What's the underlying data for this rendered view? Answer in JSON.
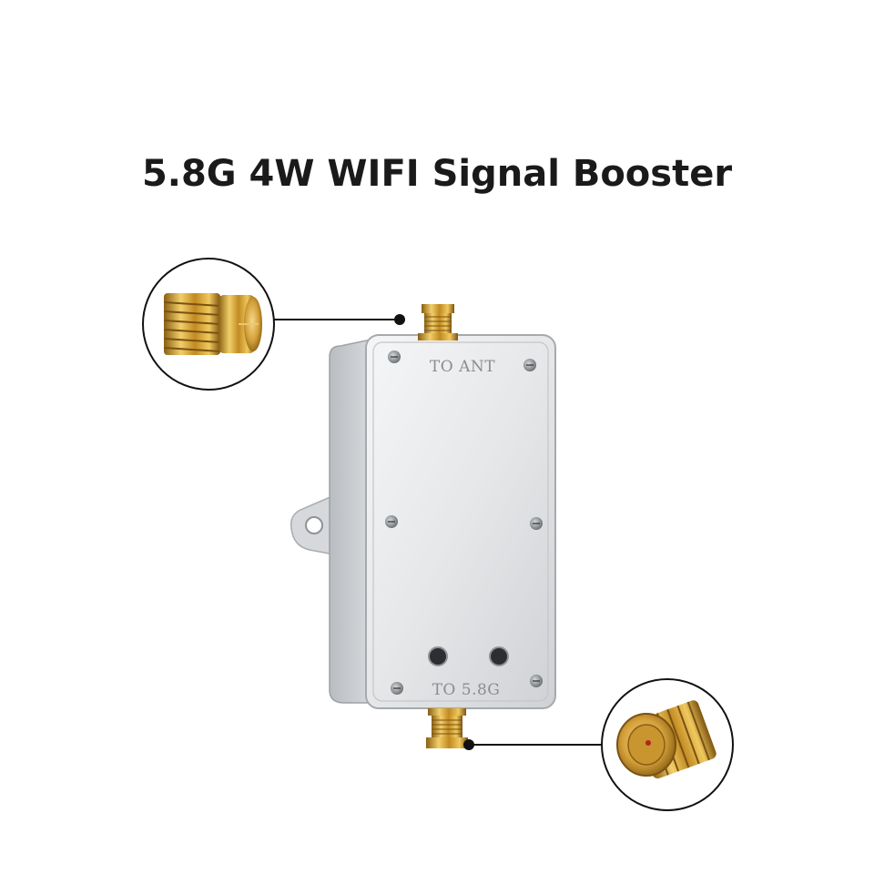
{
  "title": "5.8G 4W WIFI Signal Booster",
  "device": {
    "top_port_label": "TO ANT",
    "bottom_port_label": "TO 5.8G"
  },
  "colors": {
    "background": "#ffffff",
    "title": "#1a1a1a",
    "housing": "#e4e5e7",
    "gold": "#d9a93a",
    "callout_line": "#111111"
  }
}
